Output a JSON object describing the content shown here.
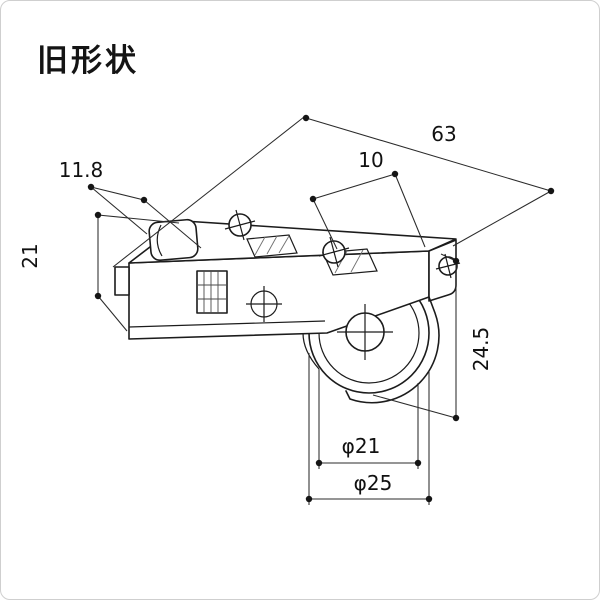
{
  "page": {
    "title": "旧形状"
  },
  "dimensions": {
    "overall_length": "63",
    "slot_width": "10",
    "left_offset": "11.8",
    "body_height": "21",
    "wheel_drop": "24.5",
    "wheel_inner_diameter": "φ21",
    "wheel_outer_diameter": "φ25"
  },
  "colors": {
    "line": "#1c1c1c",
    "dimension_line": "#2b2b2b",
    "frame_border": "#cfcfcf",
    "background": "#ffffff",
    "slot_fill": "#c8c8c8",
    "slot_fill_light": "#ececec"
  }
}
